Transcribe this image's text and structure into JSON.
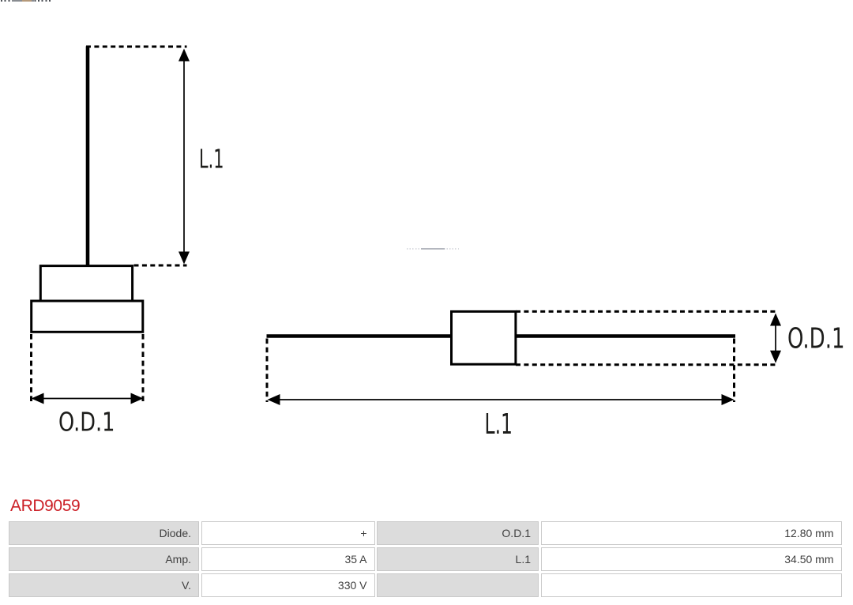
{
  "accent_color": "#cc2027",
  "line_color": "#000000",
  "product": {
    "code": "ARD9059"
  },
  "diagram": {
    "front_view": {
      "length_label": "L.1",
      "diameter_label": "O.D.1"
    },
    "side_view": {
      "length_label": "L.1",
      "diameter_label": "O.D.1"
    }
  },
  "specs": {
    "rows": [
      {
        "label": "Diode.",
        "value": "+",
        "label2": "O.D.1",
        "value2": "12.80 mm"
      },
      {
        "label": "Amp.",
        "value": "35 A",
        "label2": "L.1",
        "value2": "34.50 mm"
      },
      {
        "label": "V.",
        "value": "330 V",
        "label2": "",
        "value2": ""
      }
    ]
  }
}
